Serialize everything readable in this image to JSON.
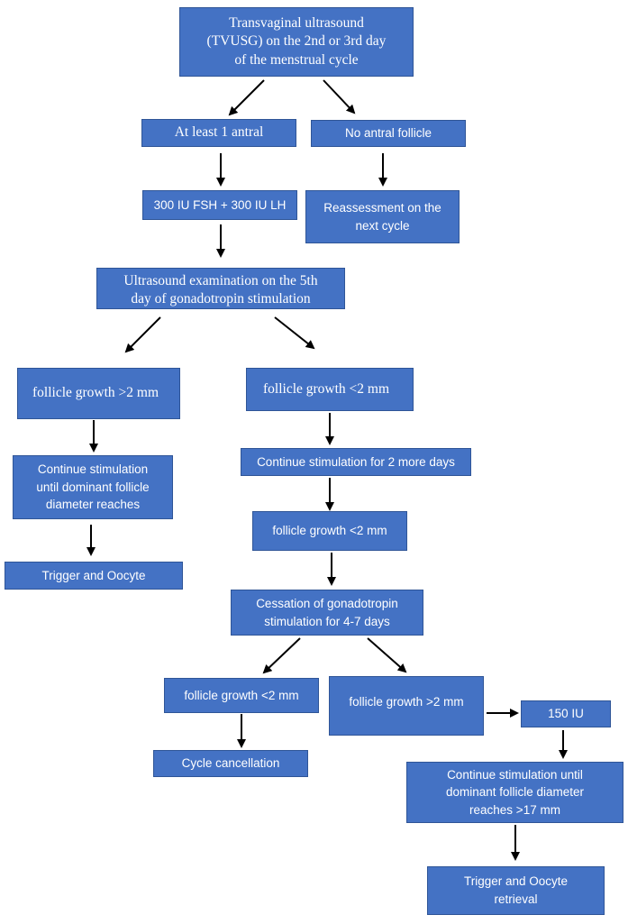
{
  "nodes": {
    "tvusg": "Transvaginal ultrasound\n(TVUSG) on the 2nd or 3rd day\nof the menstrual cycle",
    "at_least_one_antral": "At least 1 antral",
    "no_antral_follicle": "No antral follicle",
    "fsh_lh_dose": "300 IU FSH + 300 IU LH",
    "reassessment": "Reassessment on the\nnext cycle",
    "ultrasound_day5": "Ultrasound examination on the 5th\nday of gonadotropin stimulation",
    "growth_gt2_first": "follicle growth >2 mm",
    "growth_lt2_first": "follicle growth <2 mm",
    "continue_until_dominant": "Continue stimulation\nuntil dominant follicle\ndiameter reaches",
    "continue_2_days": "Continue stimulation for 2 more days",
    "trigger_oocyte_left": "Trigger and Oocyte",
    "growth_lt2_second": "follicle growth <2 mm",
    "cessation": "Cessation of gonadotropin\nstimulation for 4-7 days",
    "growth_lt2_third": "follicle growth <2 mm",
    "growth_gt2_third": "follicle growth >2 mm",
    "dose_150": "150 IU",
    "cycle_cancellation": "Cycle cancellation",
    "continue_until_17": "Continue stimulation until\ndominant follicle diameter\nreaches >17 mm",
    "trigger_retrieval": "Trigger and Oocyte\nretrieval"
  },
  "colors": {
    "box_fill": "#4472c4",
    "box_border": "#2f5597",
    "text": "#ffffff",
    "arrow": "#000000"
  }
}
